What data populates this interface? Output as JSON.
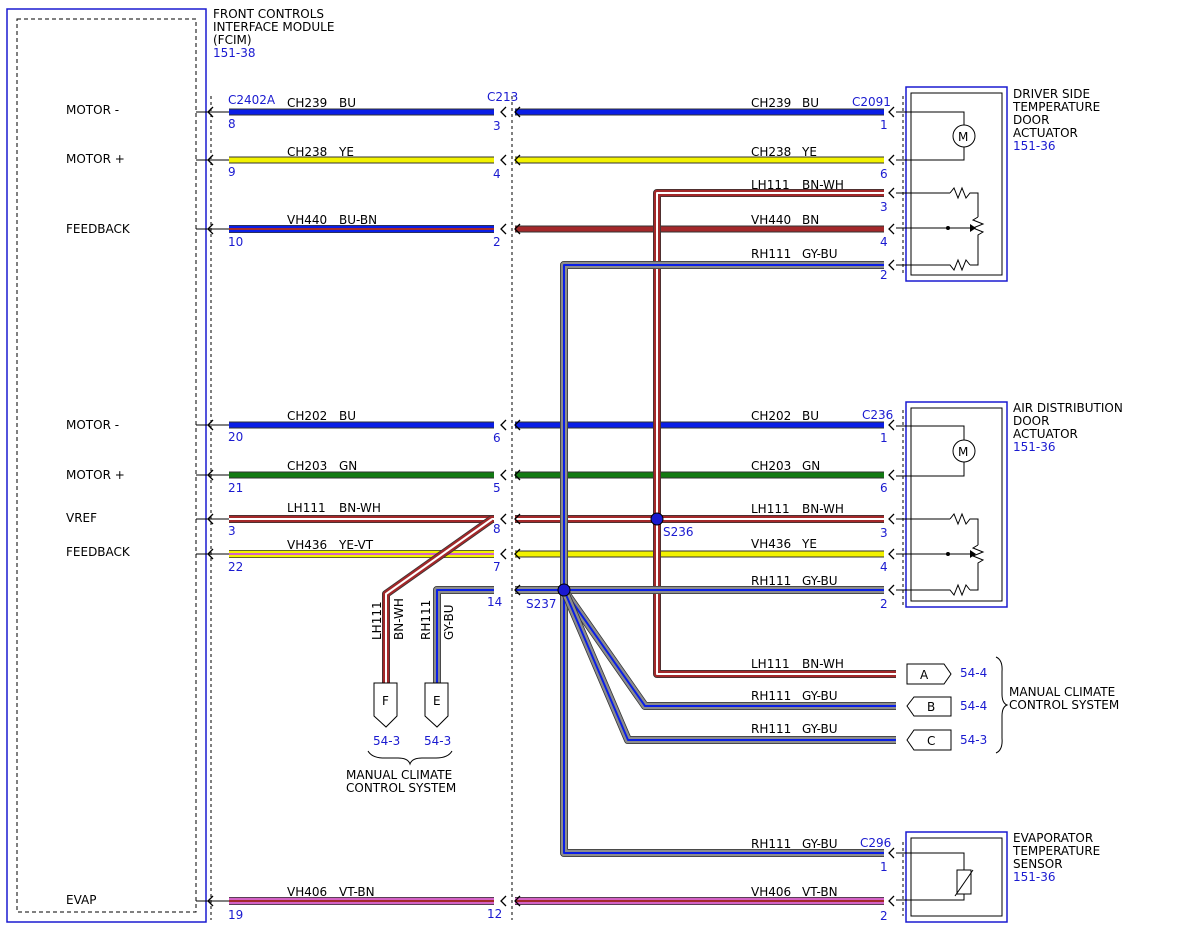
{
  "modules": {
    "fcim": {
      "title_lines": [
        "FRONT CONTROLS",
        "INTERFACE MODULE",
        "(FCIM)"
      ],
      "ref": "151-38"
    },
    "driver": {
      "title_lines": [
        "DRIVER SIDE",
        "TEMPERATURE",
        "DOOR",
        "ACTUATOR"
      ],
      "ref": "151-36"
    },
    "airdist": {
      "title_lines": [
        "AIR DISTRIBUTION",
        "DOOR",
        "ACTUATOR"
      ],
      "ref": "151-36"
    },
    "evap": {
      "title_lines": [
        "EVAPORATOR",
        "TEMPERATURE",
        "SENSOR"
      ],
      "ref": "151-36"
    },
    "mccs_right": {
      "title_lines": [
        "MANUAL CLIMATE",
        "CONTROL SYSTEM"
      ]
    },
    "mccs_bottom": {
      "title_lines": [
        "MANUAL CLIMATE",
        "CONTROL SYSTEM"
      ]
    }
  },
  "pin_labels": {
    "motor_minus_1": "MOTOR -",
    "motor_plus_1": "MOTOR +",
    "feedback_1": "FEEDBACK",
    "motor_minus_2": "MOTOR -",
    "motor_plus_2": "MOTOR +",
    "vref": "VREF",
    "feedback_2": "FEEDBACK",
    "evap": "EVAP"
  },
  "connectors": {
    "c2402a": "C2402A",
    "c213": "C213",
    "c2091": "C2091",
    "c236": "C236",
    "c296": "C296"
  },
  "splices": {
    "s236": "S236",
    "s237": "S237"
  },
  "pins": {
    "fcim": [
      "8",
      "9",
      "10",
      "20",
      "21",
      "3",
      "22",
      "19"
    ],
    "c213": [
      "3",
      "4",
      "2",
      "6",
      "5",
      "8",
      "7",
      "14",
      "12"
    ],
    "c2091": [
      "1",
      "6",
      "3",
      "4",
      "2"
    ],
    "c236": [
      "1",
      "6",
      "3",
      "4",
      "2"
    ],
    "c296": [
      "1",
      "2"
    ]
  },
  "wires_left": [
    {
      "circuit": "CH239",
      "color": "BU"
    },
    {
      "circuit": "CH238",
      "color": "YE"
    },
    {
      "circuit": "VH440",
      "color": "BU-BN"
    },
    {
      "circuit": "CH202",
      "color": "BU"
    },
    {
      "circuit": "CH203",
      "color": "GN"
    },
    {
      "circuit": "LH111",
      "color": "BN-WH"
    },
    {
      "circuit": "VH436",
      "color": "YE-VT"
    },
    {
      "circuit": "VH406",
      "color": "VT-BN"
    }
  ],
  "wires_right": [
    {
      "circuit": "CH239",
      "color": "BU"
    },
    {
      "circuit": "CH238",
      "color": "YE"
    },
    {
      "circuit": "LH111",
      "color": "BN-WH"
    },
    {
      "circuit": "VH440",
      "color": "BN"
    },
    {
      "circuit": "RH111",
      "color": "GY-BU"
    },
    {
      "circuit": "CH202",
      "color": "BU"
    },
    {
      "circuit": "CH203",
      "color": "GN"
    },
    {
      "circuit": "LH111",
      "color": "BN-WH"
    },
    {
      "circuit": "VH436",
      "color": "YE"
    },
    {
      "circuit": "RH111",
      "color": "GY-BU"
    },
    {
      "circuit": "LH111",
      "color": "BN-WH"
    },
    {
      "circuit": "RH111",
      "color": "GY-BU"
    },
    {
      "circuit": "RH111",
      "color": "GY-BU"
    },
    {
      "circuit": "RH111",
      "color": "GY-BU"
    },
    {
      "circuit": "VH406",
      "color": "VT-BN"
    }
  ],
  "vertical_wires": [
    {
      "circuit": "LH111",
      "color": "BN-WH"
    },
    {
      "circuit": "RH111",
      "color": "GY-BU"
    }
  ],
  "off_page": {
    "a": {
      "letter": "A",
      "ref": "54-4"
    },
    "b": {
      "letter": "B",
      "ref": "54-4"
    },
    "c": {
      "letter": "C",
      "ref": "54-3"
    },
    "f": {
      "letter": "F",
      "ref": "54-3"
    },
    "e": {
      "letter": "E",
      "ref": "54-3"
    }
  },
  "component_symbols": {
    "motor": "M"
  },
  "colors": {
    "BU": "#0a1ee6",
    "YE": "#f2f200",
    "GN": "#127a12",
    "BN": "#a3282a",
    "WH": "#ffffff",
    "GY": "#8c8c8c",
    "VT": "#d462c4",
    "link": "#1a1ad0"
  }
}
